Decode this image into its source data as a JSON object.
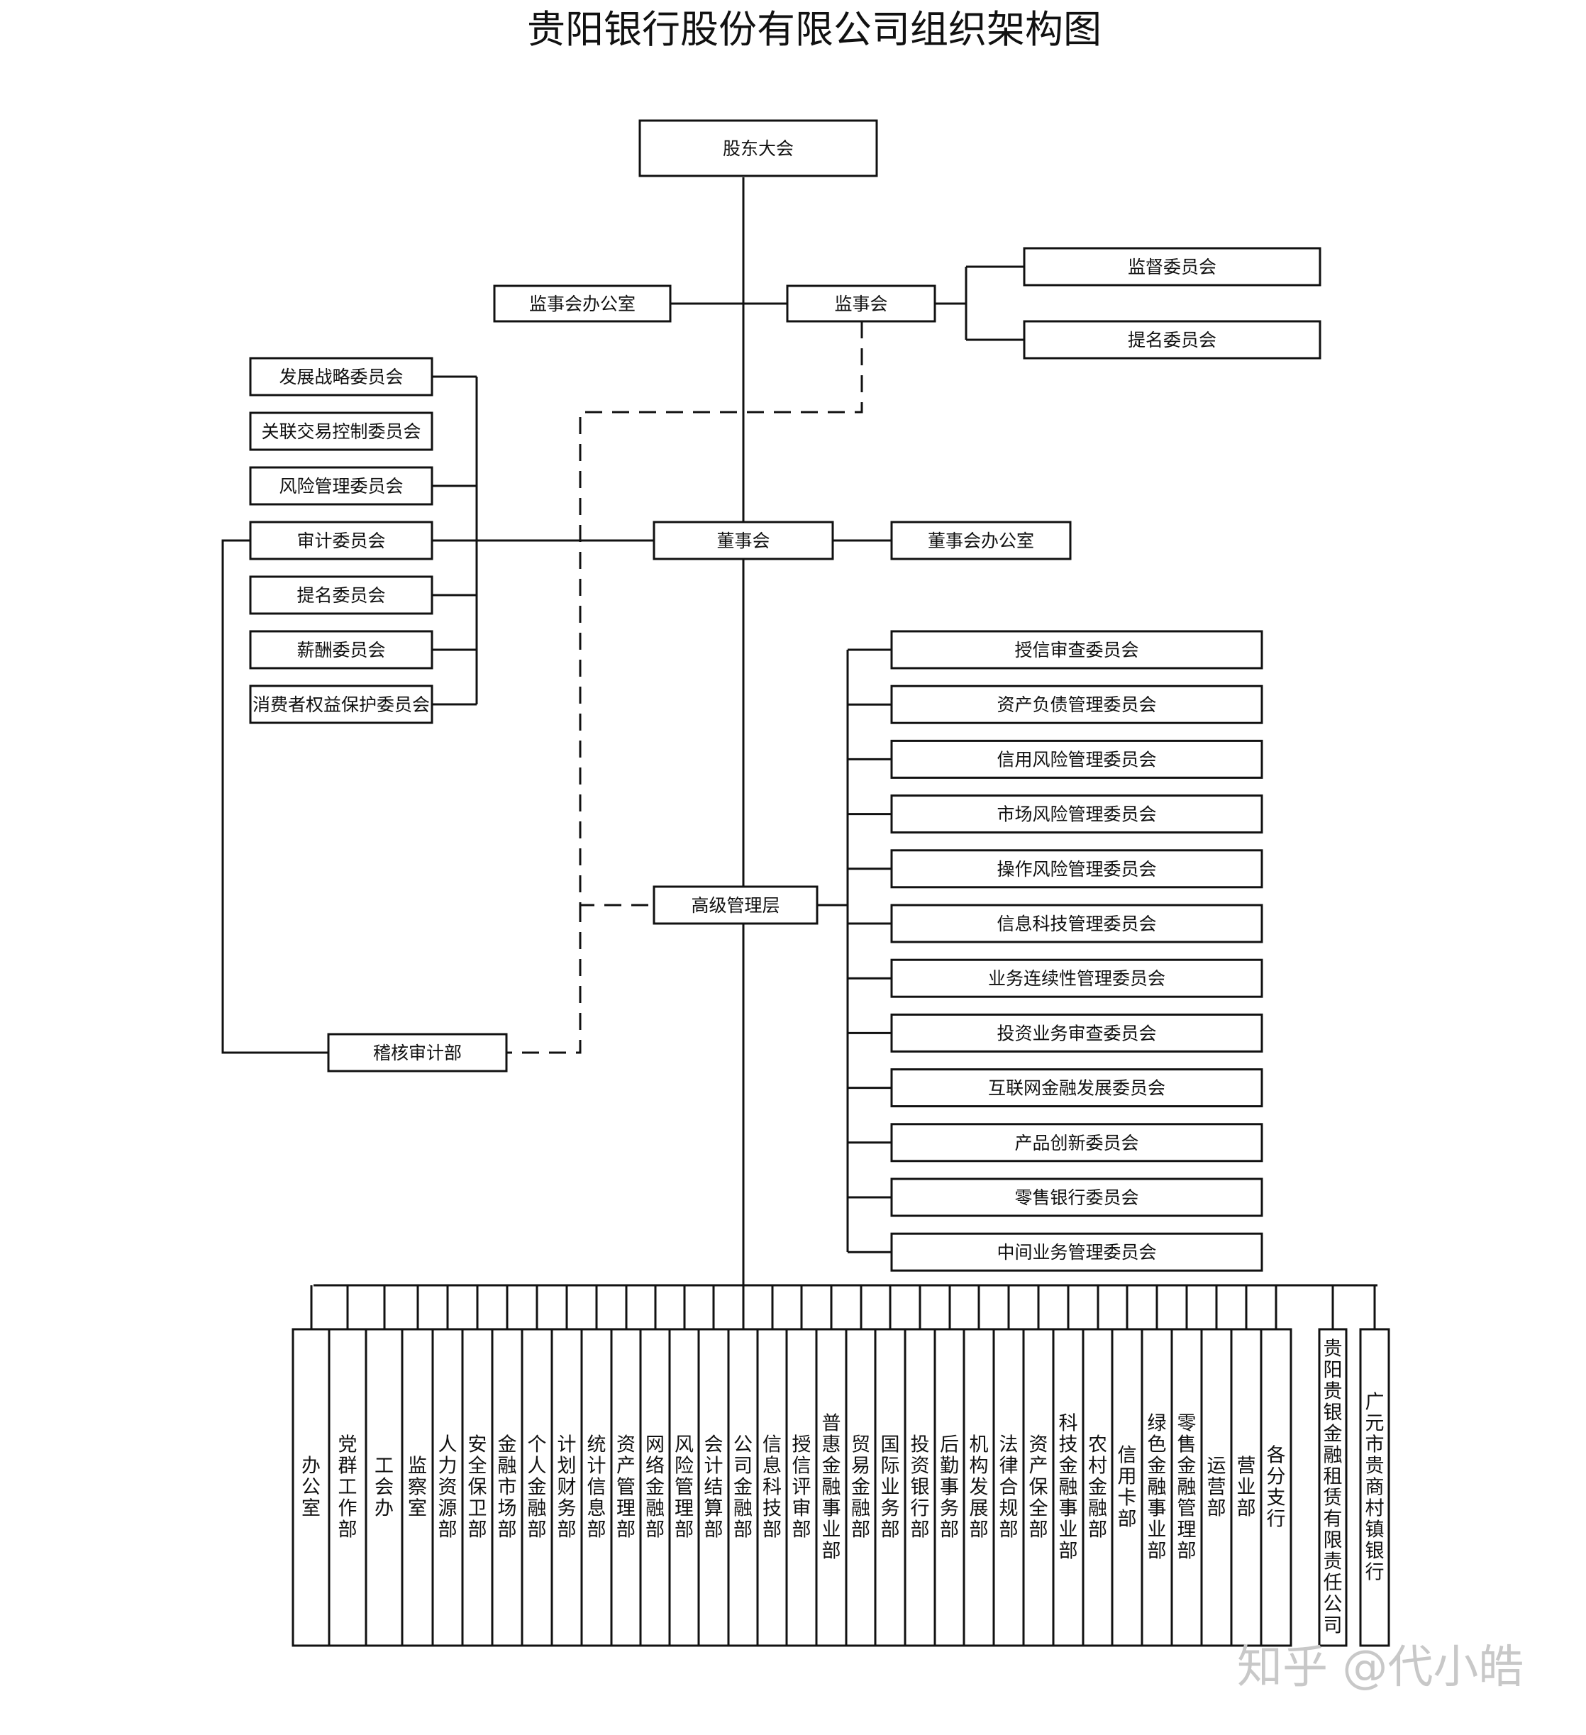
{
  "title": "贵阳银行股份有限公司组织架构图",
  "top": {
    "shareholders": "股东大会",
    "supervisory_board": "监事会",
    "supervisory_office": "监事会办公室",
    "supervisory_committees": [
      "监督委员会",
      "提名委员会"
    ],
    "board": "董事会",
    "board_office": "董事会办公室",
    "board_committees": [
      "发展战略委员会",
      "关联交易控制委员会",
      "风险管理委员会",
      "审计委员会",
      "提名委员会",
      "薪酬委员会",
      "消费者权益保护委员会"
    ],
    "senior_management": "高级管理层",
    "audit_department": "稽核审计部",
    "management_committees": [
      "授信审查委员会",
      "资产负债管理委员会",
      "信用风险管理委员会",
      "市场风险管理委员会",
      "操作风险管理委员会",
      "信息科技管理委员会",
      "业务连续性管理委员会",
      "投资业务审查委员会",
      "互联网金融发展委员会",
      "产品创新委员会",
      "零售银行委员会",
      "中间业务管理委员会"
    ]
  },
  "departments": [
    "办公室",
    "党群工作部",
    "工会办",
    "监察室",
    "人力资源部",
    "安全保卫部",
    "金融市场部",
    "个人金融部",
    "计划财务部",
    "统计信息部",
    "资产管理部",
    "网络金融部",
    "风险管理部",
    "会计结算部",
    "公司金融部",
    "信息科技部",
    "授信评审部",
    "普惠金融事业部",
    "贸易金融部",
    "国际业务部",
    "投资银行部",
    "后勤事务部",
    "机构发展部",
    "法律合规部",
    "资产保全部",
    "科技金融事业部",
    "农村金融部",
    "信用卡部",
    "绿色金融事业部",
    "零售金融管理部",
    "运营部",
    "营业部",
    "各分支行"
  ],
  "subsidiaries": [
    "贵阳贵银金融租赁有限责任公司",
    "广元市贵商村镇银行"
  ],
  "watermark": "知乎 @代小皓"
}
